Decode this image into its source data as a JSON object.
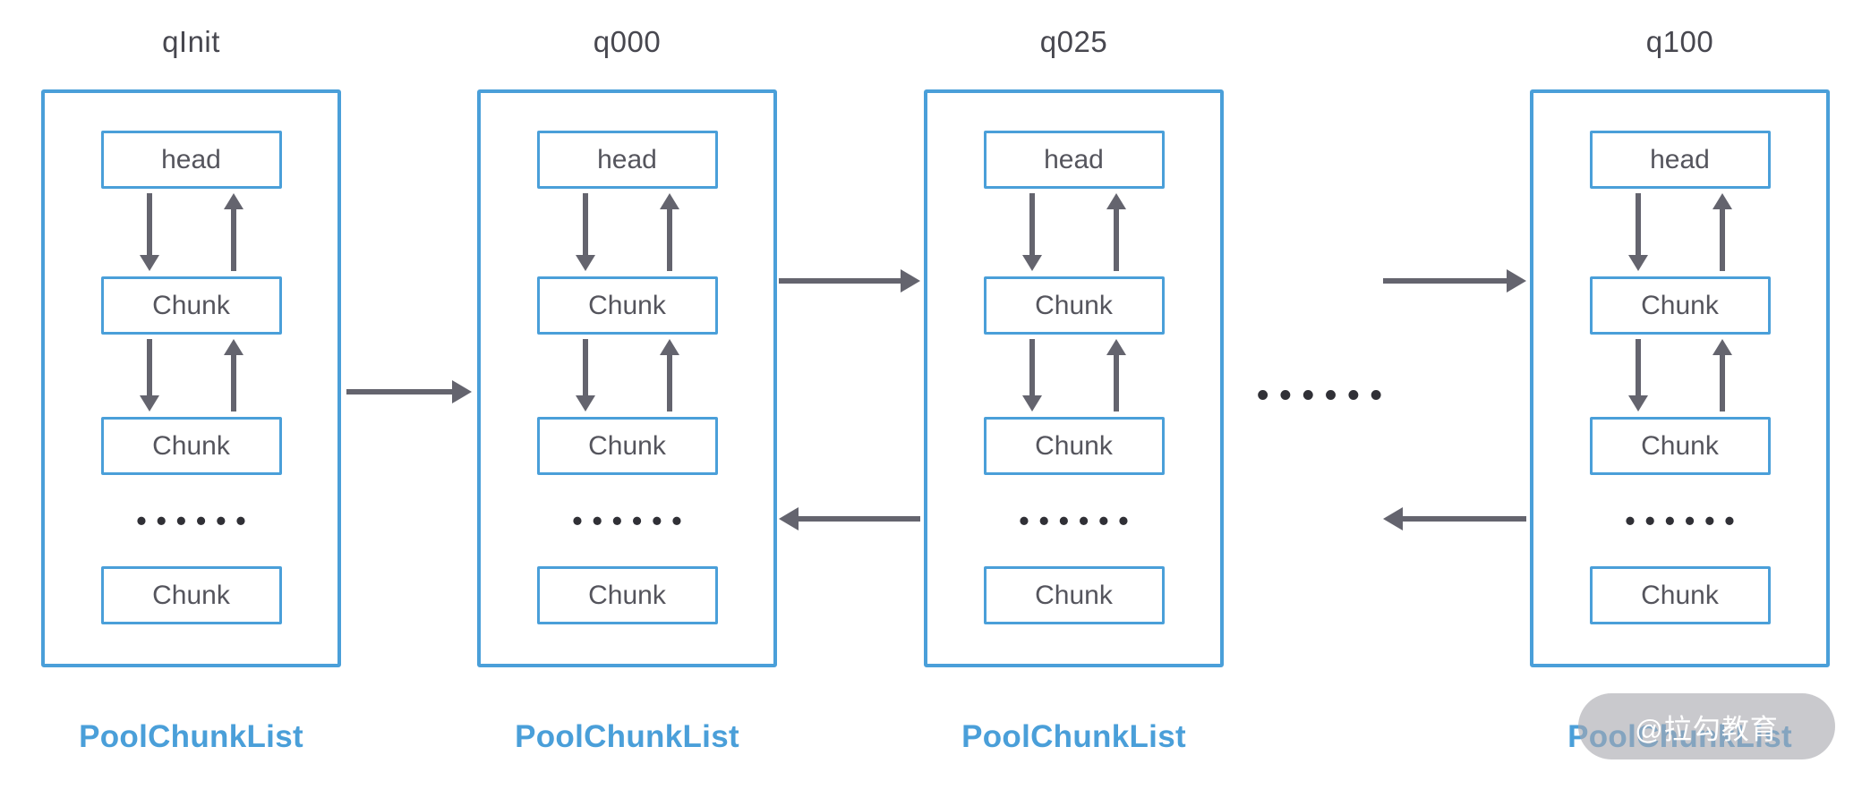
{
  "diagram": {
    "columns": [
      {
        "title": "qInit",
        "nodes": [
          "head",
          "Chunk",
          "Chunk",
          "Chunk"
        ],
        "dots": "••••••",
        "label": "PoolChunkList"
      },
      {
        "title": "q000",
        "nodes": [
          "head",
          "Chunk",
          "Chunk",
          "Chunk"
        ],
        "dots": "••••••",
        "label": "PoolChunkList"
      },
      {
        "title": "q025",
        "nodes": [
          "head",
          "Chunk",
          "Chunk",
          "Chunk"
        ],
        "dots": "••••••",
        "label": "PoolChunkList"
      },
      {
        "title": "q100",
        "nodes": [
          "head",
          "Chunk",
          "Chunk",
          "Chunk"
        ],
        "dots": "••••••",
        "label": "PoolChunkList"
      }
    ],
    "connector_dots": "••••••",
    "watermark": "@拉勾教育",
    "colors": {
      "panel_border": "#4A9FD9",
      "node_border": "#4A9FD9",
      "arrow": "#64646E",
      "label_text": "#4A9FD9",
      "title_text": "#47474F",
      "node_text": "#55555D",
      "dots_text": "#303036",
      "watermark_bg": "#A8A8AE",
      "watermark_text": "#FFFFFF"
    }
  }
}
